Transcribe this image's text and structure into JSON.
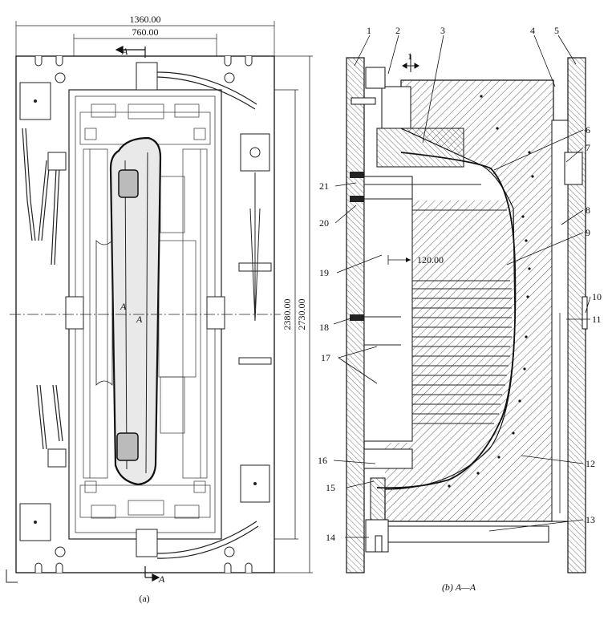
{
  "dimensions": {
    "overall_width": "1360.00",
    "inner_width": "760.00",
    "inner_height": "2380.00",
    "overall_height": "2730.00",
    "detail_offset": "120.00"
  },
  "section_marks": {
    "top": "A",
    "bottom": "A",
    "center_1": "A",
    "center_2": "A",
    "view_top": "1"
  },
  "captions": {
    "left": "(a)",
    "right": "(b) A—A"
  },
  "part_labels": [
    "1",
    "2",
    "3",
    "4",
    "5",
    "6",
    "7",
    "8",
    "9",
    "10",
    "11",
    "12",
    "13",
    "14",
    "15",
    "16",
    "17",
    "18",
    "19",
    "20",
    "21"
  ]
}
